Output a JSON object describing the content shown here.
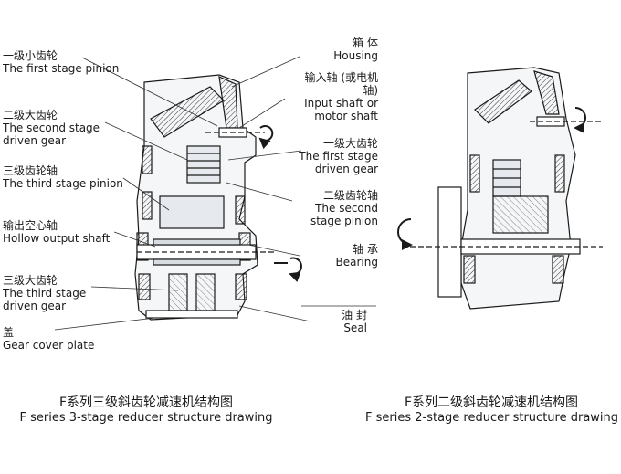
{
  "left_labels": [
    {
      "zh": "一级小齿轮",
      "en": "The first stage pinion"
    },
    {
      "zh": "二级大齿轮",
      "en": "The second stage driven gear"
    },
    {
      "zh": "三级齿轮轴",
      "en": "The third stage pinion"
    },
    {
      "zh": "输出空心轴",
      "en": "Hollow output shaft"
    },
    {
      "zh": "三级大齿轮",
      "en": "The third stage driven gear"
    },
    {
      "zh": "盖",
      "en": "Gear cover plate"
    }
  ],
  "right_labels": [
    {
      "zh": "箱 体",
      "en": "Housing"
    },
    {
      "zh": "输入轴 (或电机轴)",
      "en": "Input shaft or motor shaft"
    },
    {
      "zh": "一级大齿轮",
      "en": "The first stage driven gear"
    },
    {
      "zh": "二级齿轮轴",
      "en": "The second stage pinion"
    },
    {
      "zh": "轴 承",
      "en": "Bearing"
    },
    {
      "zh": "油 封",
      "en": "Seal"
    }
  ],
  "captions": [
    {
      "zh": "F系列三级斜齿轮减速机结构图",
      "en": "F series 3-stage reducer structure drawing"
    },
    {
      "zh": "F系列二级斜齿轮减速机结构图",
      "en": "F series 2-stage reducer structure drawing"
    }
  ]
}
